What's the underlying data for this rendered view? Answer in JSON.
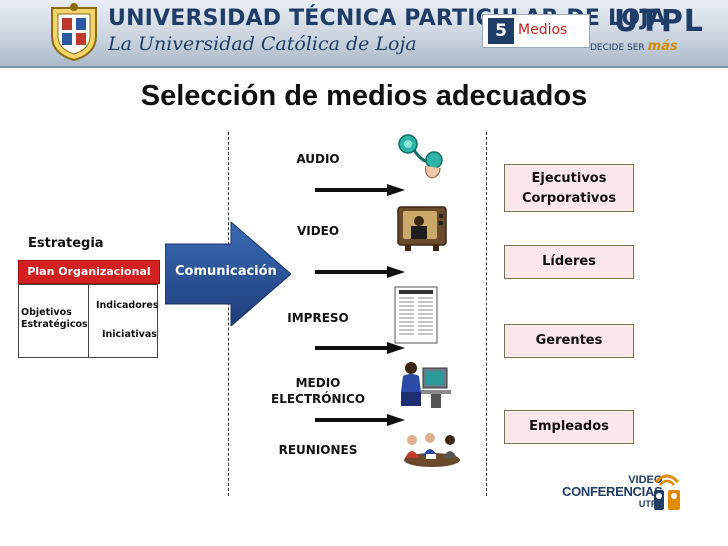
{
  "header": {
    "university_name": "UNIVERSIDAD TÉCNICA PARTICULAR DE LOJA",
    "university_subtitle": "La Universidad Católica de Loja",
    "section_number": "5",
    "section_label": "Medios",
    "brand": "UTPL",
    "tagline_prefix": "DECIDE SER",
    "tagline_emphasis": "más"
  },
  "title": "Selección de medios adecuados",
  "strategy": {
    "heading": "Estrategia",
    "plan_label": "Plan Organizacional",
    "objectives_label": "Objetivos Estratégicos",
    "indicators_label": "Indicadores",
    "initiatives_label": "Iniciativas"
  },
  "communication_label": "Comunicación",
  "media": [
    {
      "label": "AUDIO",
      "icon": "audio-icon"
    },
    {
      "label": "VIDEO",
      "icon": "tv-icon"
    },
    {
      "label": "IMPRESO",
      "icon": "document-icon"
    },
    {
      "label": "MEDIO ELECTRÓNICO",
      "icon": "computer-icon"
    },
    {
      "label": "REUNIONES",
      "icon": "meeting-icon"
    }
  ],
  "audiences": [
    {
      "label_line1": "Ejecutivos",
      "label_line2": "Corporativos"
    },
    {
      "label": "Líderes"
    },
    {
      "label": "Gerentes"
    },
    {
      "label": "Empleados"
    }
  ],
  "footer_logo": {
    "line1": "VIDEO",
    "line2": "CONFERENCIAS",
    "line3": "UTPL"
  },
  "colors": {
    "brand_blue": "#1f3d66",
    "accent_red": "#d32020",
    "arrow_blue": "#2a4f8c",
    "audience_fill": "#fde7ea"
  }
}
